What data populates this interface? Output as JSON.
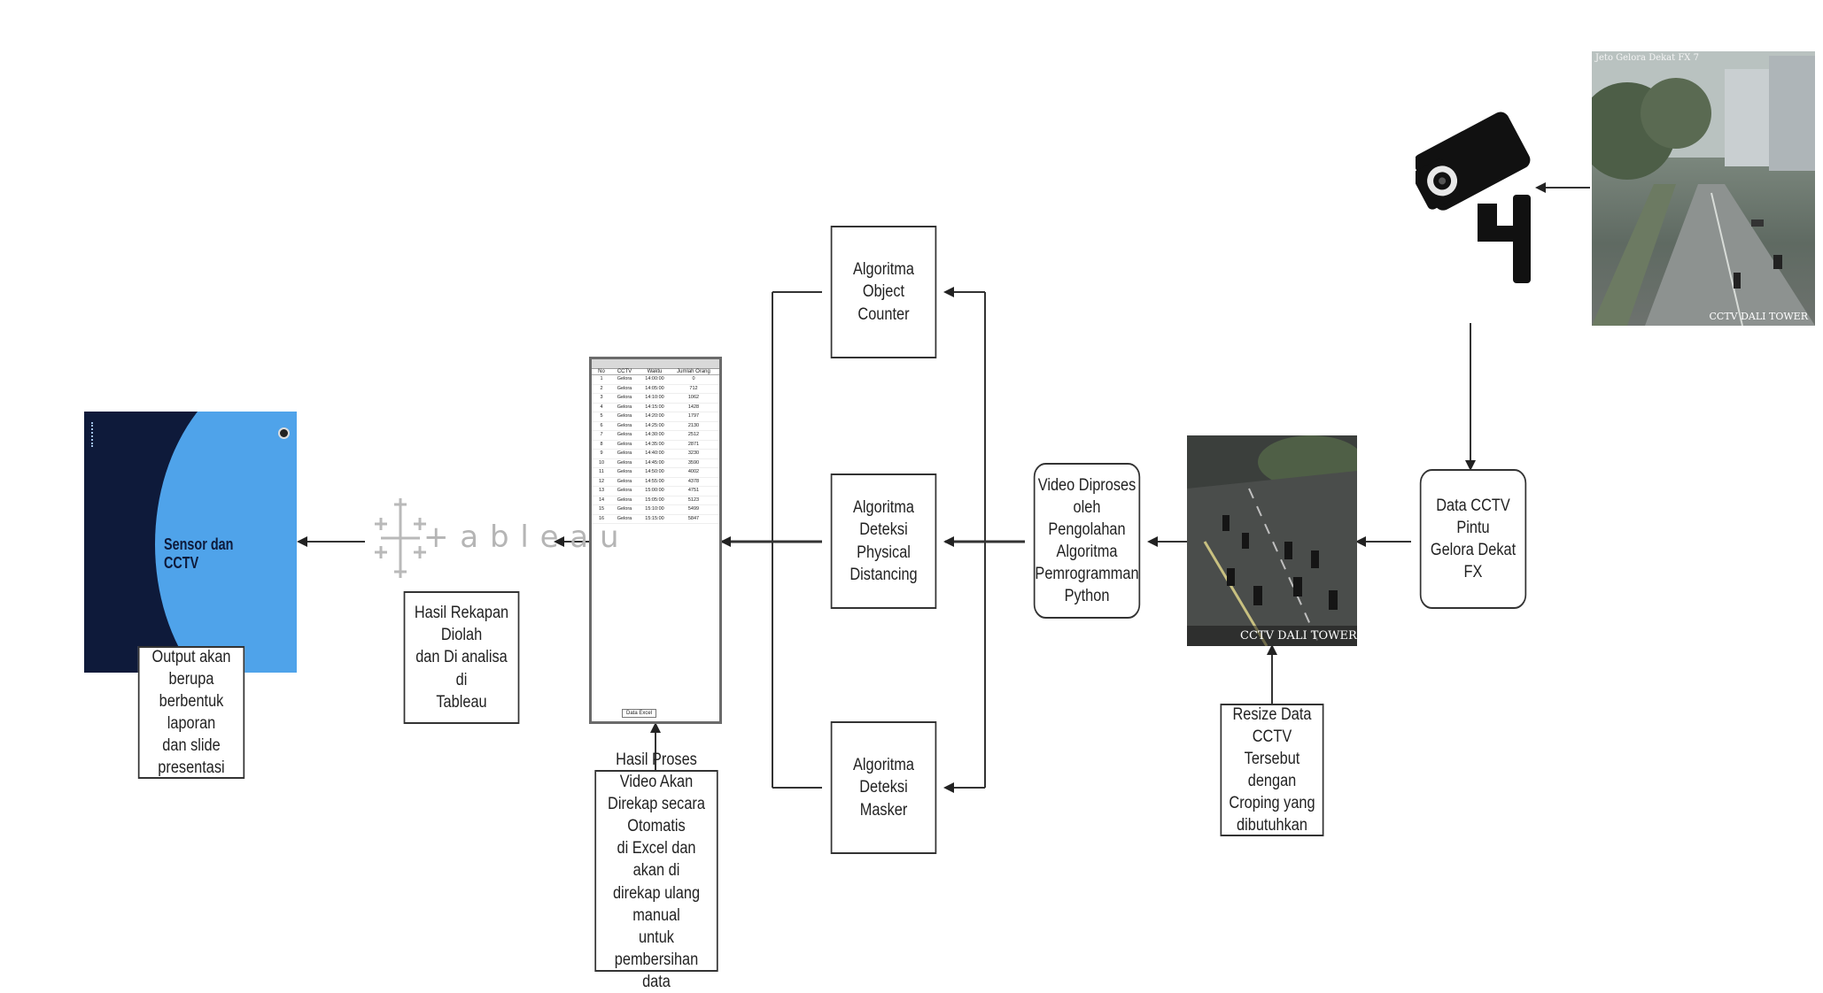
{
  "boxes": {
    "object_counter": "Algoritma Object\nCounter",
    "physical_distancing": "Algoritma Deteksi\nPhysical Distancing",
    "masker": "Algoritma Deteksi\nMasker",
    "video_process": "Video Diproses oleh\nPengolahan\nAlgoritma\nPemrogramman\nPython",
    "data_cctv": "Data CCTV Pintu\nGelora Dekat FX",
    "resize": "Resize Data CCTV\nTersebut dengan\nCroping yang\ndibutuhkan",
    "excel_result": "Hasil Proses Video Akan\nDirekap secara Otomatis\ndi Excel dan akan di\ndirekap ulang manual\nuntuk pembersihan data",
    "tableau_result": "Hasil Rekapan Diolah\ndan Di analisa di\nTableau",
    "output": "Output akan berupa\nberbentuk laporan\ndan slide presentasi"
  },
  "slide": {
    "title": "Sensor dan CCTV"
  },
  "tableau_logo": {
    "text": "+ a b l e a u"
  },
  "cctv_crop": {
    "caption": "CCTV DALI TOWER"
  },
  "cctv_source": {
    "caption": "CCTV DALI TOWER",
    "overlay": "Jeto Gelora Dekat FX 7"
  },
  "spreadsheet": {
    "sheet_tab": "Data Excel",
    "headers": [
      "No",
      "CCTV",
      "Waktu",
      "Jumlah Orang"
    ],
    "rows": [
      [
        "1",
        "Gelora",
        "14:00:00",
        "0"
      ],
      [
        "2",
        "Gelora",
        "14:05:00",
        "712"
      ],
      [
        "3",
        "Gelora",
        "14:10:00",
        "1062"
      ],
      [
        "4",
        "Gelora",
        "14:15:00",
        "1428"
      ],
      [
        "5",
        "Gelora",
        "14:20:00",
        "1797"
      ],
      [
        "6",
        "Gelora",
        "14:25:00",
        "2130"
      ],
      [
        "7",
        "Gelora",
        "14:30:00",
        "2512"
      ],
      [
        "8",
        "Gelora",
        "14:35:00",
        "2871"
      ],
      [
        "9",
        "Gelora",
        "14:40:00",
        "3230"
      ],
      [
        "10",
        "Gelora",
        "14:45:00",
        "3590"
      ],
      [
        "11",
        "Gelora",
        "14:50:00",
        "4002"
      ],
      [
        "12",
        "Gelora",
        "14:55:00",
        "4378"
      ],
      [
        "13",
        "Gelora",
        "15:00:00",
        "4751"
      ],
      [
        "14",
        "Gelora",
        "15:05:00",
        "5123"
      ],
      [
        "15",
        "Gelora",
        "15:10:00",
        "5499"
      ],
      [
        "16",
        "Gelora",
        "15:15:00",
        "5847"
      ]
    ]
  }
}
